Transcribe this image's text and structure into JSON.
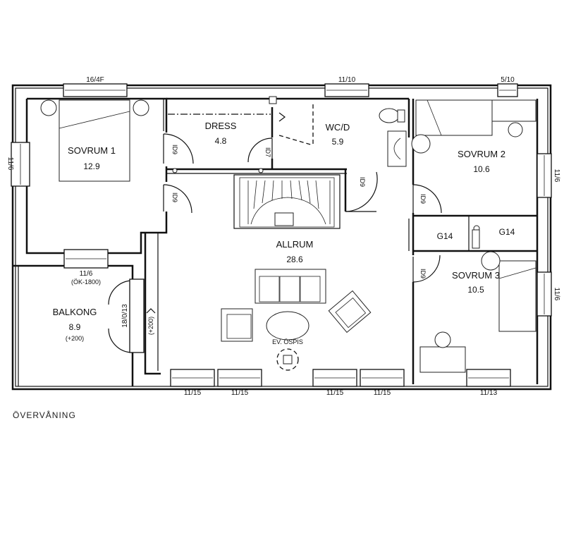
{
  "caption": "ÖVERVÅNING",
  "rooms": [
    {
      "name": "SOVRUM 1",
      "area": "12.9"
    },
    {
      "name": "DRESS",
      "area": "4.8"
    },
    {
      "name": "WC/D",
      "area": "5.9"
    },
    {
      "name": "SOVRUM 2",
      "area": "10.6"
    },
    {
      "name": "ALLRUM",
      "area": "28.6"
    },
    {
      "name": "BALKONG",
      "area": "8.9",
      "note": "(+200)"
    },
    {
      "name": "SOVRUM 3",
      "area": "10.5"
    }
  ],
  "wardrobes": [
    "G14",
    "G14"
  ],
  "doors": [
    "ID9",
    "ID9",
    "ID7",
    "ID9",
    "ID9",
    "ID9"
  ],
  "windows": {
    "top": [
      "16/4F",
      "11/10",
      "5/10"
    ],
    "left": "11/6",
    "right": [
      "11/6",
      "11/6"
    ],
    "bottom": [
      "11/15",
      "11/15",
      "11/15",
      "11/15",
      "11/13"
    ],
    "balcony": "11/6",
    "balcony_note": "(ÖK-1800)",
    "balcony_door": "18/0/13",
    "balcony_door_note": "(+200)"
  },
  "stove": "EV. ÖSPIS"
}
